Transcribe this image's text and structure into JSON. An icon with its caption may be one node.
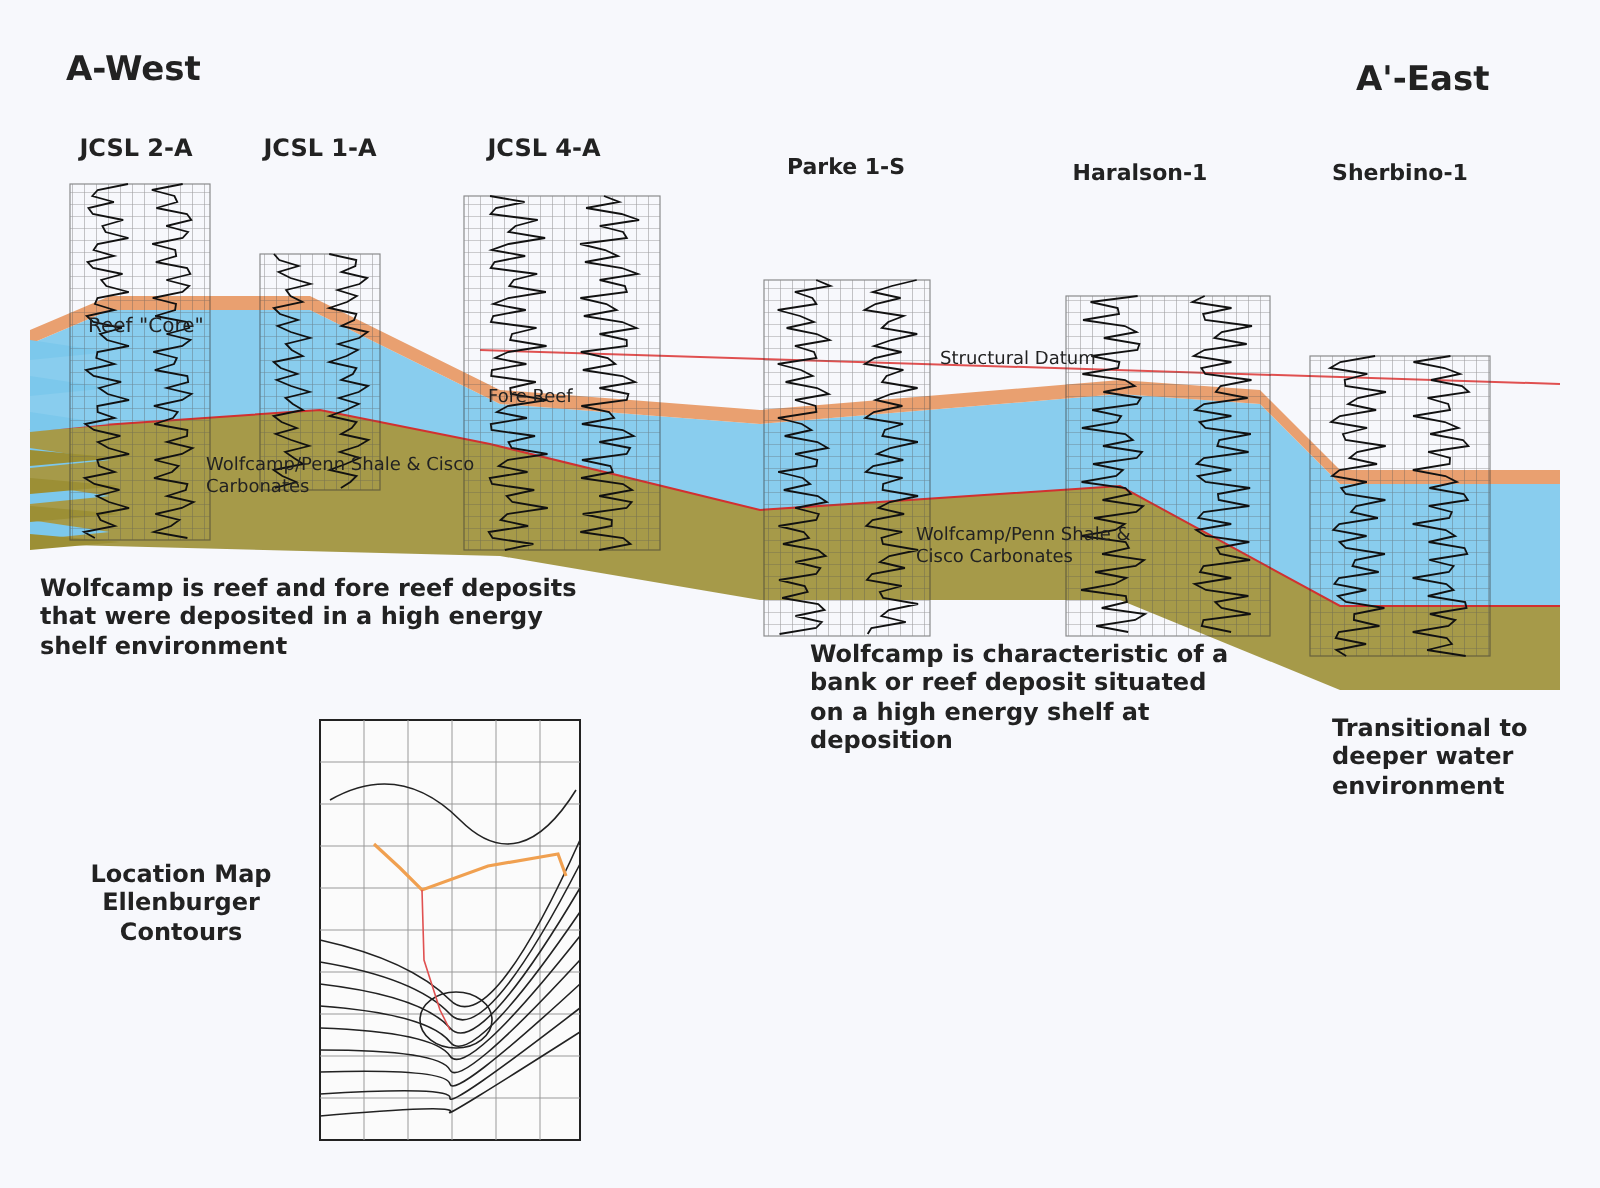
{
  "diagram": {
    "labels": [
      "A-West",
      "A'-East",
      "JCSL 2-A",
      "JCSL 1-A",
      "JCSL 4-A",
      "Parke 1-S",
      "Haralson-1",
      "Sherbino-1",
      "Reef \"Core\"",
      "Structural Datum",
      "Fore Reef",
      "Wolfcamp/Penn Shale & Cisco Carbonates",
      "Wolfcamp/Penn Shale & Cisco Carbonates",
      "Wolfcamp is reef and fore reef deposits that were deposited in a high energy shelf environment",
      "Wolfcamp is characteristic of a bank or reef deposit situated on a high energy shelf at deposition",
      "Transitional to deeper water environment",
      "Location Map Ellenburger Contours"
    ]
  }
}
